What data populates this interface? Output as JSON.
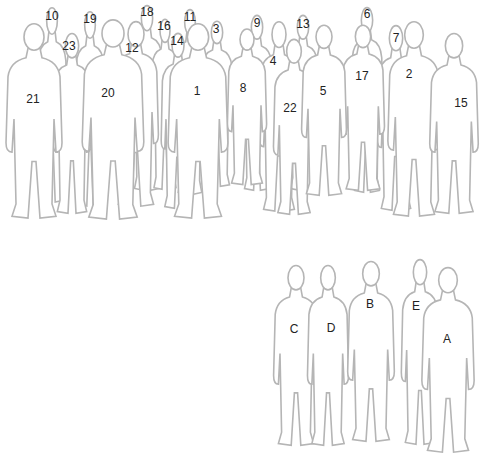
{
  "diagram": {
    "labels": [
      "10",
      "19",
      "18",
      "11",
      "6",
      "9",
      "13",
      "16",
      "3",
      "23",
      "12",
      "14",
      "7",
      "4",
      "17",
      "2",
      "21",
      "20",
      "1",
      "8",
      "5",
      "22",
      "15",
      "B",
      "E",
      "C",
      "D",
      "A"
    ]
  }
}
